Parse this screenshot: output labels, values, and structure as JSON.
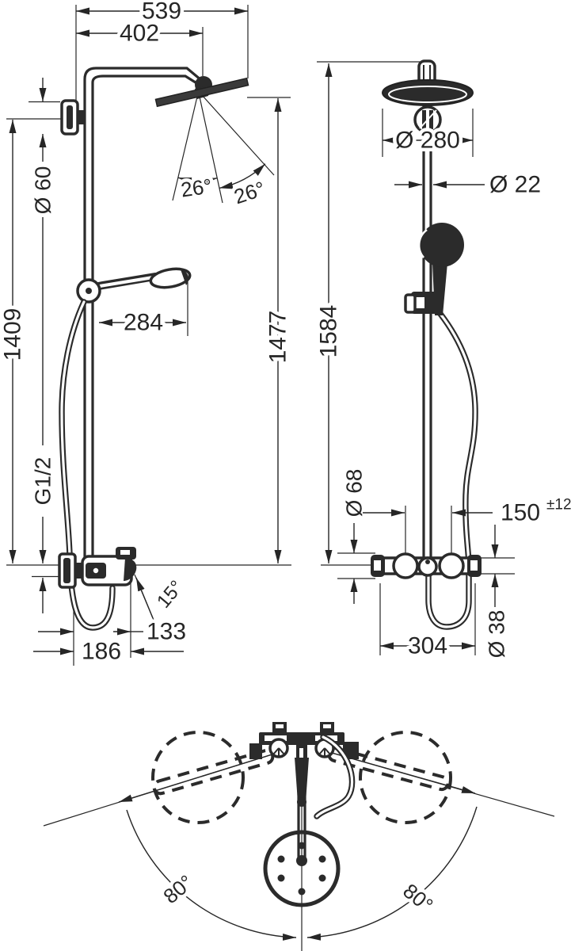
{
  "drawing": {
    "side_view": {
      "total_width": "539",
      "arm_width": "402",
      "escutcheon_diameter": "Ø 60",
      "spray_angle_left": "26°",
      "spray_angle_right": "26°",
      "hand_shower_reach": "284",
      "pipe_height": "1409",
      "head_height": "1477",
      "thread": "G1/2",
      "spout_angle": "15°",
      "spout_length": "133",
      "spout_depth": "186"
    },
    "front_view": {
      "head_diameter": "Ø 280",
      "pipe_diameter": "Ø 22",
      "total_height": "1584",
      "valve_diameter": "Ø 68",
      "connection_spacing": "150",
      "connection_tolerance": "±12",
      "hose_diameter": "Ø 38",
      "valve_width": "304"
    },
    "top_view": {
      "swivel_left": "80°",
      "swivel_right": "80°"
    }
  }
}
